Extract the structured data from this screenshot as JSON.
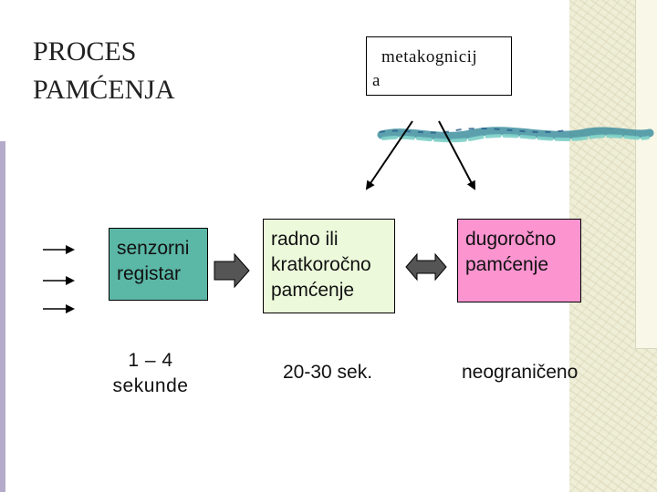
{
  "title": {
    "line1": "PROCES",
    "line2": "PAMĆENJA"
  },
  "metacognition": {
    "line1": "metakognicij",
    "line2": "a"
  },
  "stages": {
    "sensory": {
      "line1": "senzorni",
      "line2": "registar"
    },
    "working": {
      "line1": "radno ili",
      "line2": "kratkoročno",
      "line3": "pamćenje"
    },
    "long_term": {
      "line1": "dugoročno",
      "line2": "pamćenje"
    }
  },
  "durations": {
    "sensory_line1": "1 – 4",
    "sensory_line2": "sekunde",
    "working": "20-30 sek.",
    "long_term": "neograničeno"
  },
  "colors": {
    "sensory_box": "#5bb7a6",
    "working_box": "#ecfadb",
    "long_term_box": "#fc94d0",
    "block_arrows": "#555555",
    "brush_stroke": "#3f8fa0",
    "left_bar": "#b3abc9"
  }
}
